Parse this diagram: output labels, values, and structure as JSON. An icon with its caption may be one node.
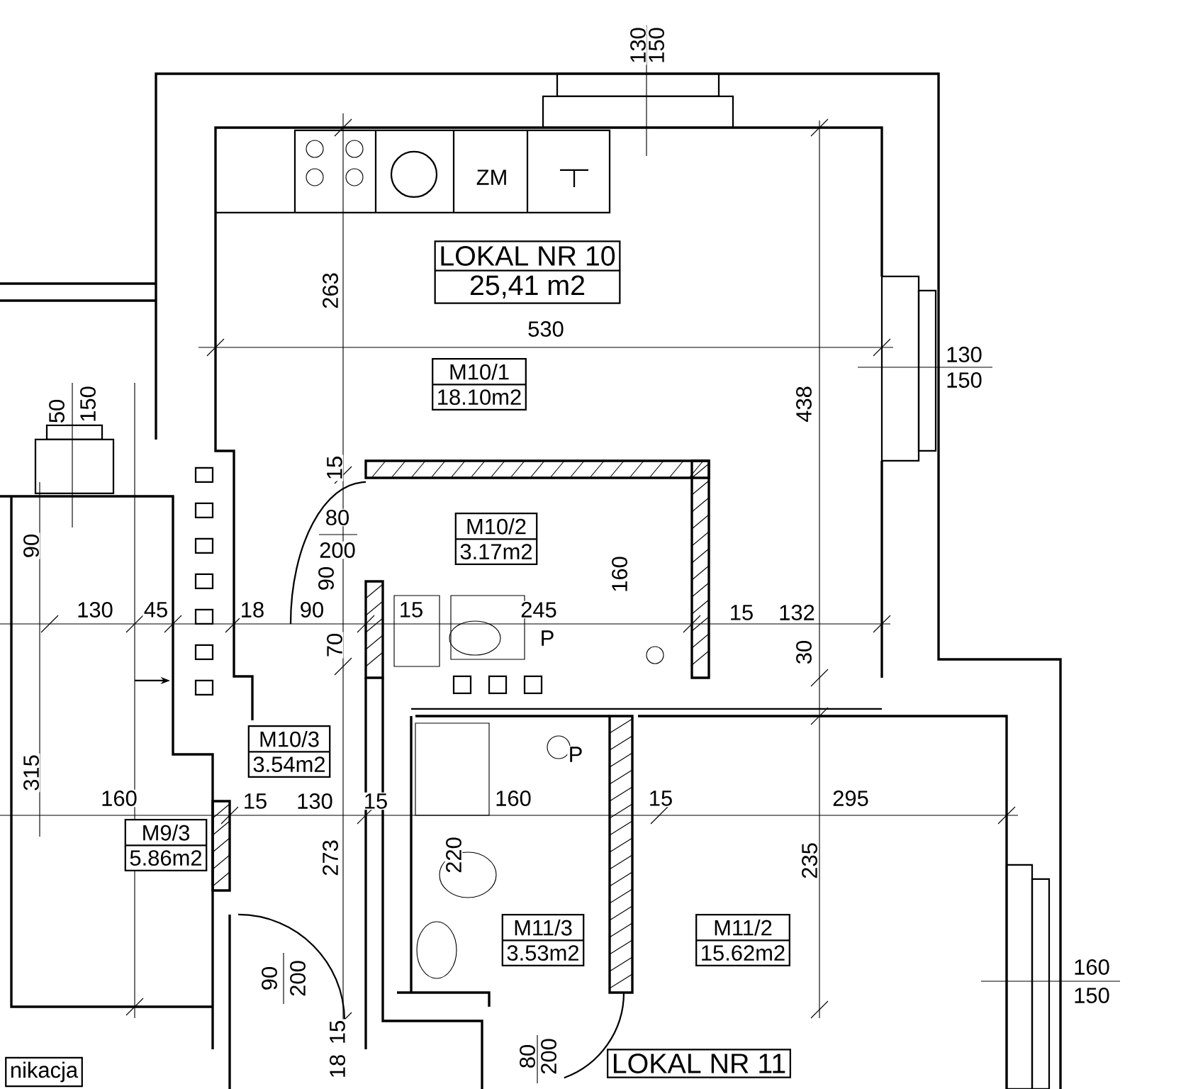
{
  "diagram": {
    "nodes": [
      {
        "text": [
          "LOKAL NR 10",
          "25,41 m2"
        ]
      },
      {
        "text": [
          "M10/1",
          "18.10m2"
        ]
      },
      {
        "text": [
          "M10/2",
          "3.17m2"
        ]
      },
      {
        "text": [
          "M10/3",
          "3.54m2"
        ]
      },
      {
        "text": [
          "M9/3",
          "5.86m2"
        ]
      },
      {
        "text": [
          "M11/3",
          "3.53m2"
        ]
      },
      {
        "text": [
          "M11/2",
          "15.62m2"
        ]
      },
      {
        "text": [
          "LOKAL NR 11"
        ]
      },
      {
        "text": [
          "nikacja"
        ]
      }
    ],
    "edges": [],
    "labels": [
      "130",
      "150",
      "ZM",
      "263",
      "530",
      "130",
      "150",
      "438",
      "50",
      "150",
      "15",
      "80",
      "200",
      "90",
      "90",
      "160",
      "130",
      "45",
      "18",
      "90",
      "15",
      "245",
      "15",
      "132",
      "P",
      "70",
      "30",
      "P",
      "315",
      "160",
      "15",
      "130",
      "15",
      "160",
      "15",
      "295",
      "273",
      "220",
      "235",
      "160",
      "150",
      "90",
      "200",
      "15",
      "18",
      "80",
      "200"
    ]
  }
}
